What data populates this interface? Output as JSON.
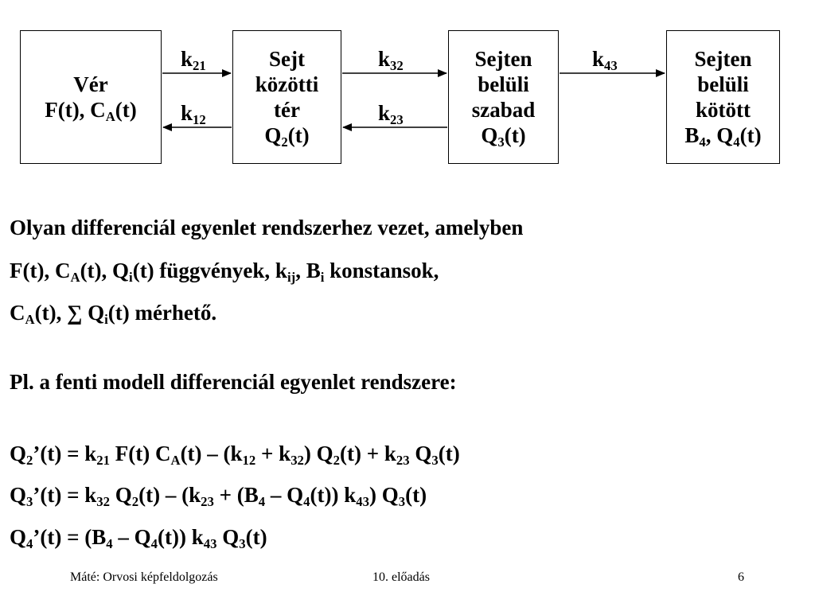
{
  "diagram": {
    "box_ver": {
      "line1": "Vér",
      "line2_a": "F(t), C",
      "line2_sub": "A",
      "line2_b": "(t)"
    },
    "box_q2": {
      "line1": "Sejt",
      "line2": "közötti",
      "line3": "tér",
      "line4_a": "Q",
      "line4_sub": "2",
      "line4_b": "(t)"
    },
    "box_q3": {
      "line1": "Sejten",
      "line2": "belüli",
      "line3": "szabad",
      "line4_a": "Q",
      "line4_sub": "3",
      "line4_b": "(t)"
    },
    "box_q4": {
      "line1": "Sejten",
      "line2": "belüli",
      "line3": "kötött",
      "line4_a": "B",
      "line4_sub1": "4",
      "line4_mid": ", Q",
      "line4_sub2": "4",
      "line4_b": "(t)"
    },
    "rates": {
      "k21": {
        "base": "k",
        "sub": "21"
      },
      "k12": {
        "base": "k",
        "sub": "12"
      },
      "k32": {
        "base": "k",
        "sub": "32"
      },
      "k23": {
        "base": "k",
        "sub": "23"
      },
      "k43": {
        "base": "k",
        "sub": "43"
      }
    }
  },
  "body": {
    "line1": "Olyan differenciál egyenlet rendszerhez vezet, amelyben",
    "line2": {
      "a": "F(t), C",
      "s1": "A",
      "b": "(t), Q",
      "s2": "i",
      "c": "(t) függvények, k",
      "s3": "ij",
      "d": ", B",
      "s4": "i",
      "e": " konstansok,"
    },
    "line3": {
      "a": "C",
      "s1": "A",
      "b": "(t),  ∑ Q",
      "s2": "i",
      "c": "(t) mérhető."
    },
    "line4": "Pl. a fenti modell differenciál egyenlet rendszere:"
  },
  "equations": {
    "eq1": {
      "a": "Q",
      "s1": "2",
      "b": "’(t)  = k",
      "s2": "21",
      "c": " F(t) C",
      "s3": "A",
      "d": "(t) – (k",
      "s4": "12",
      "e": " + k",
      "s5": "32",
      "f": ") Q",
      "s6": "2",
      "g": "(t) + k",
      "s7": "23",
      "h": " Q",
      "s8": "3",
      "i": "(t)"
    },
    "eq2": {
      "a": "Q",
      "s1": "3",
      "b": "’(t)  = k",
      "s2": "32",
      "c": " Q",
      "s3": "2",
      "d": "(t) – (k",
      "s4": "23",
      "e": " + (B",
      "s5": "4",
      "f": " – Q",
      "s6": "4",
      "g": "(t)) k",
      "s7": "43",
      "h": ") Q",
      "s8": "3",
      "i": "(t)"
    },
    "eq3": {
      "a": "Q",
      "s1": "4",
      "b": "’(t)  = (B",
      "s2": "4",
      "c": " – Q",
      "s3": "4",
      "d": "(t)) k",
      "s4": "43",
      "e": " Q",
      "s5": "3",
      "f": "(t)"
    }
  },
  "footer": {
    "author": "Máté: Orvosi képfeldolgozás",
    "lecture": "10. előadás",
    "page": "6"
  }
}
